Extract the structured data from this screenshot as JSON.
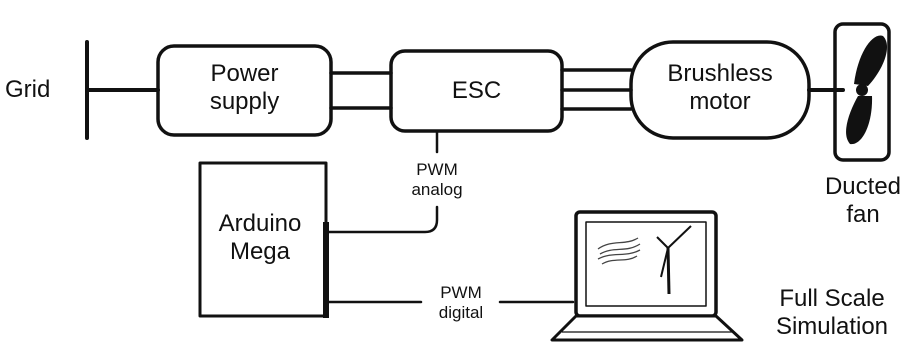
{
  "labels": {
    "grid": "Grid",
    "power_supply": [
      "Power",
      "supply"
    ],
    "esc": "ESC",
    "motor": [
      "Brushless",
      "motor"
    ],
    "fan": [
      "Ducted",
      "fan"
    ],
    "arduino": [
      "Arduino",
      "Mega"
    ],
    "pwm_analog": [
      "PWM",
      "analog"
    ],
    "pwm_digital": [
      "PWM",
      "digital"
    ],
    "simulation": [
      "Full Scale",
      "Simulation"
    ]
  },
  "icons": {
    "fan": "ducted-fan-icon",
    "laptop": "laptop-icon",
    "wind": "wind-icon",
    "turbine": "wind-turbine-icon"
  },
  "colors": {
    "line": "#111111",
    "background": "#ffffff"
  }
}
